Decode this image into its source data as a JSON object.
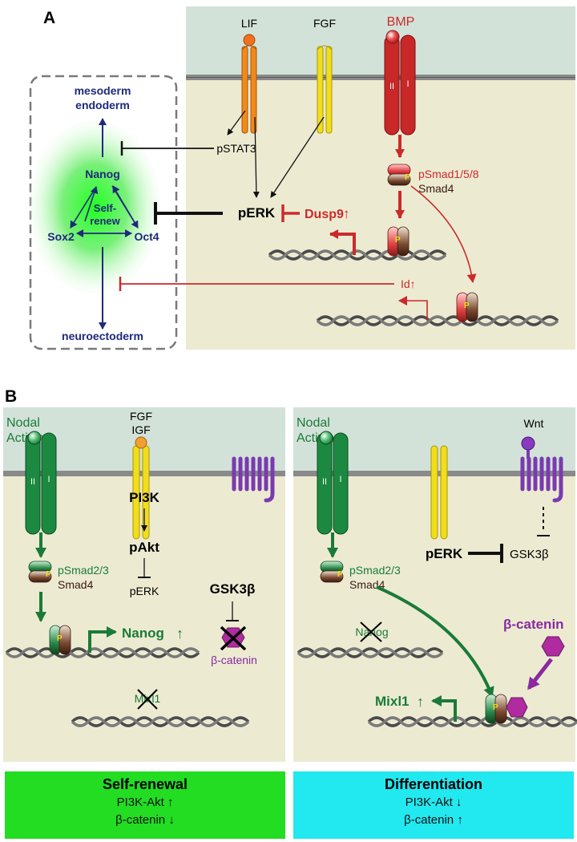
{
  "panel_a": {
    "letter": "A",
    "ligands": {
      "lif": "LIF",
      "fgf": "FGF",
      "bmp": "BMP"
    },
    "receptor_domains": {
      "bmp_left": "II",
      "bmp_right": "I"
    },
    "fates": {
      "top_line1": "mesoderm",
      "top_line2": "endoderm",
      "bottom": "neuroectoderm"
    },
    "network": {
      "nanog": "Nanog",
      "sox2": "Sox2",
      "oct4": "Oct4",
      "center_line1": "Self-",
      "center_line2": "renew"
    },
    "signals": {
      "pstat3": "pSTAT3",
      "perk": "pERK",
      "dusp9": "Dusp9",
      "up_arrow": "↑",
      "id": "Id↑"
    },
    "smad": {
      "psmad": "pSmad1/5/8",
      "smad4": "Smad4",
      "p": "P"
    }
  },
  "panel_b": {
    "letter": "B",
    "left": {
      "ligand_line1": "Nodal",
      "ligand_line2": "Activin",
      "fgf_igf_line1": "FGF",
      "fgf_igf_line2": "IGF",
      "receptor_domains": {
        "left": "II",
        "right": "I"
      },
      "pi3k": "PI3K",
      "pakt": "pAkt",
      "perk": "pERK",
      "gsk3b": "GSK3β",
      "psmad": "pSmad2/3",
      "smad4": "Smad4",
      "p": "P",
      "nanog": "Nanog",
      "up_arrow": "↑",
      "mixl1": "Mixl1",
      "beta_catenin": "β-catenin"
    },
    "right": {
      "ligand_line1": "Nodal",
      "ligand_line2": "Activin",
      "wnt": "Wnt",
      "receptor_domains": {
        "left": "II",
        "right": "I"
      },
      "perk": "pERK",
      "gsk3b": "GSK3β",
      "psmad": "pSmad2/3",
      "smad4": "Smad4",
      "p": "P",
      "nanog": "Nanog",
      "beta_catenin": "β-catenin",
      "mixl1": "Mixl1",
      "up_arrow": "↑"
    }
  },
  "summary_boxes": {
    "self_renewal": {
      "title": "Self-renewal",
      "line1": "PI3K-Akt ↑",
      "line2": "β-catenin ↓",
      "color": "#22dd22"
    },
    "differentiation": {
      "title": "Differentiation",
      "line1": "PI3K-Akt ↓",
      "line2": "β-catenin ↑",
      "color": "#22e8f0"
    }
  },
  "colors": {
    "extracellular": "#d2e2d8",
    "cytoplasm": "#ecebd2",
    "bmp_red": "#cc2a2a",
    "network_blue": "#1f2a7a",
    "nodal_green": "#1b7a3a",
    "wnt_purple": "#8a2aa0",
    "lif_orange": "#f08a1c",
    "fgf_yellow": "#f2dd1a"
  }
}
